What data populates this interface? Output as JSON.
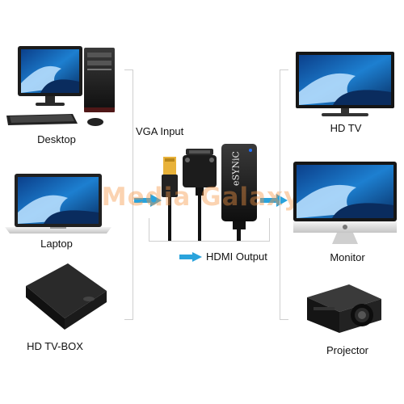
{
  "devices_left": [
    {
      "label": "Desktop"
    },
    {
      "label": "Laptop"
    },
    {
      "label": "HD TV-BOX"
    }
  ],
  "devices_right": [
    {
      "label": "HD TV"
    },
    {
      "label": "Monitor"
    },
    {
      "label": "Projector"
    }
  ],
  "center": {
    "vga_input_label": "VGA Input",
    "hdmi_output_label": "HDMI Output",
    "adapter_brand": "eSYNiC"
  },
  "watermark": "Media Galaxy",
  "colors": {
    "arrow": "#2aa3dc",
    "bracket": "#cfcfcf",
    "led": "#1e6fff",
    "adapter_body": "#1a1a1a"
  }
}
